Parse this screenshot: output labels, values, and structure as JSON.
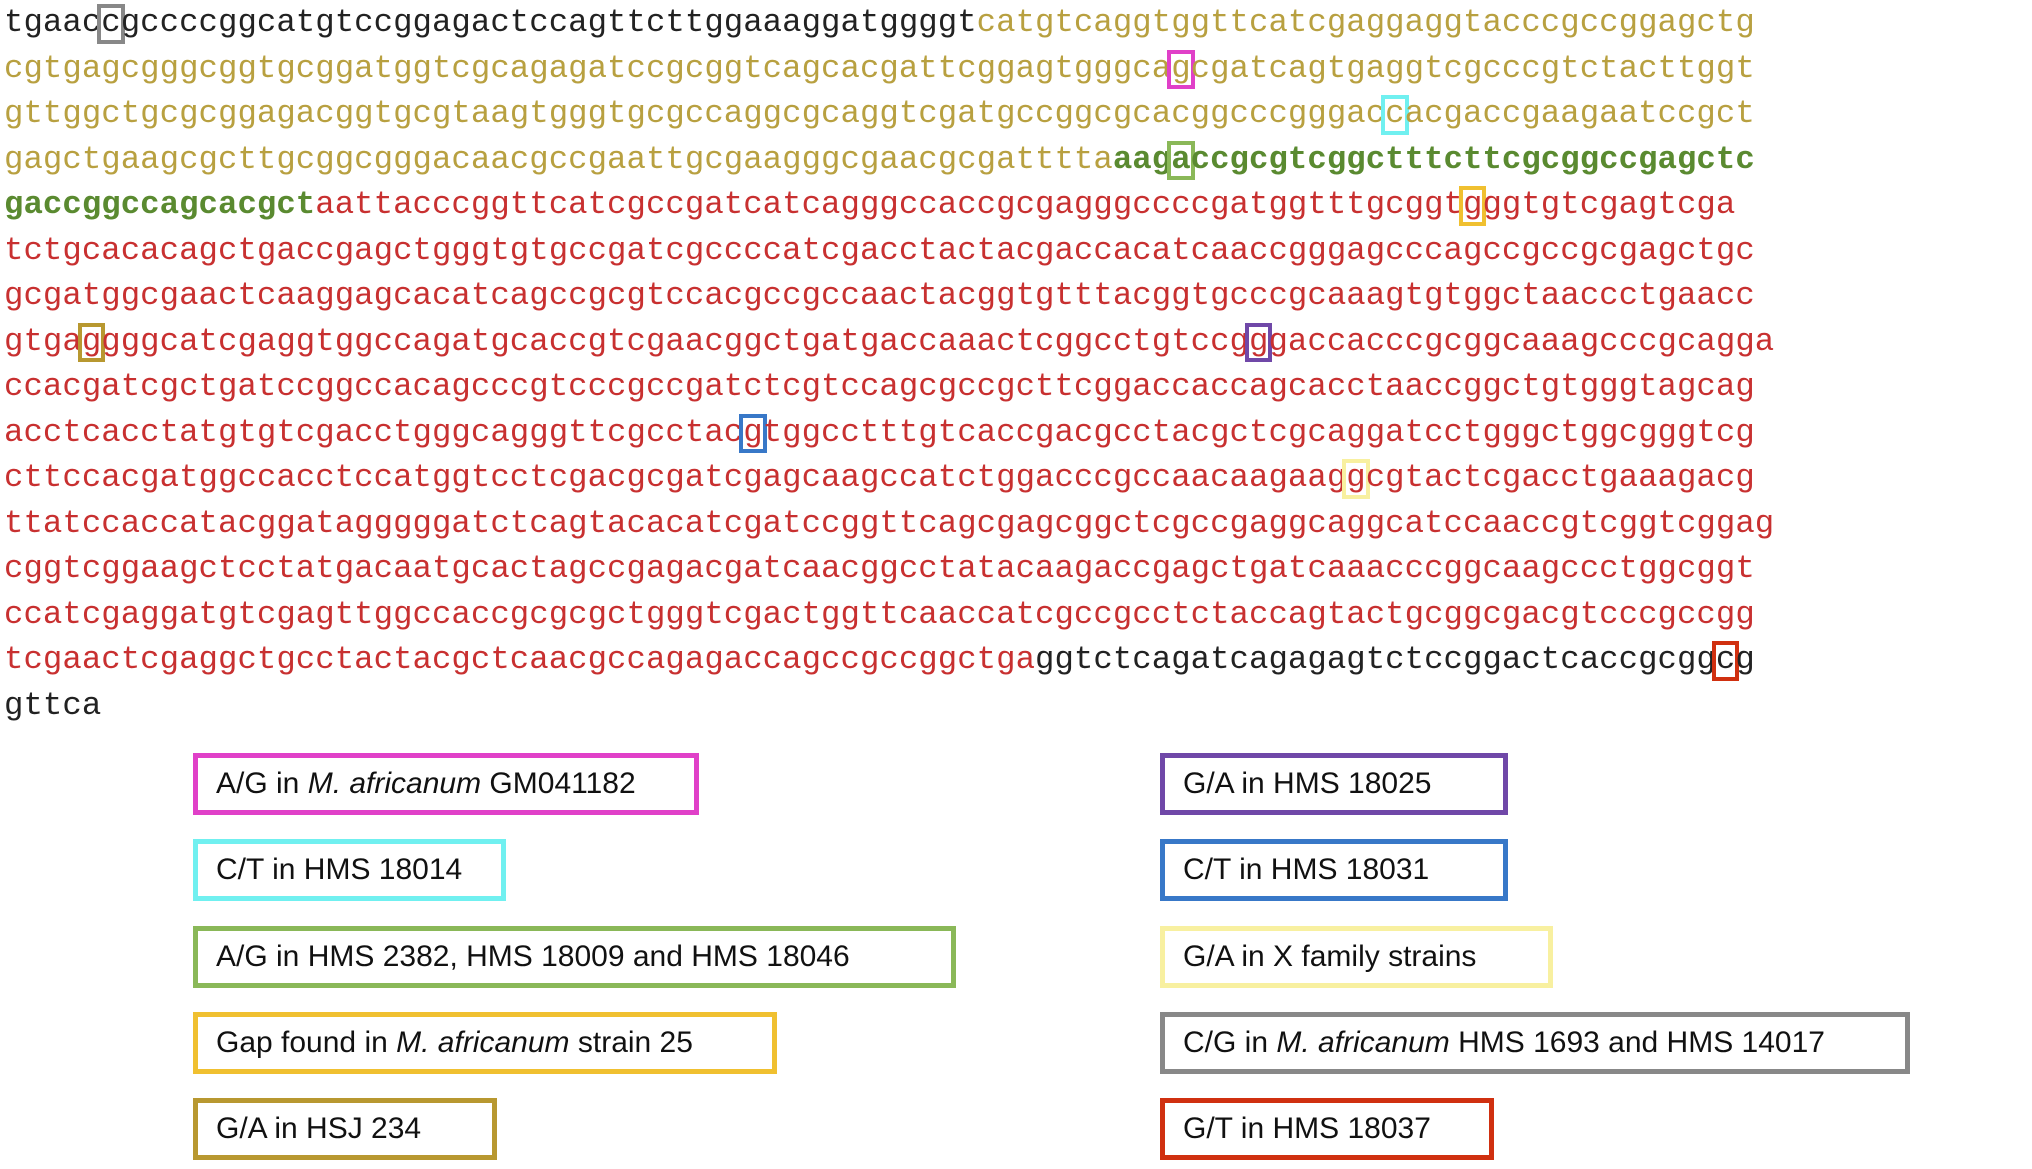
{
  "sequence": {
    "lines": [
      "tgaaccgccccggcatgtccggagactccagttcttggaaaggatggggtcatgtcaggtggttcatcgaggaggtacccgccggagctg",
      "cgtgagcgggcggtgcggatggtcgcagagatccgcggtcagcacgattcggagtgggcagcgatcagtgaggtcgcccgtctacttggt",
      "gttggctgcgcggagacggtgcgtaagtgggtgcgccaggcgcaggtcgatgccggcgcacggcccgggaccacgaccgaagaatccgct",
      "gagctgaagcgcttgcggcgggacaacgccgaattgcgaagggcgaacgcgattttaaagaccgcgtcggctttcttcgcggccgagctc",
      "gaccggccagcacgctaattacccggttcatcgccgatcatcagggccaccgcgagggccccgatggtttgcggtgggtgtcgagtcga",
      "tctgcacacagctgaccgagctgggtgtgccgatcgccccatcgacctactacgaccacatcaaccgggagcccagccgccgcgagctgc",
      "gcgatggcgaactcaaggagcacatcagccgcgtccacgccgccaactacggtgtttacggtgcccgcaaagtgtggctaaccctgaacc",
      "gtgaggggcatcgaggtggccagatgcaccgtcgaacggctgatgaccaaactcggcctgtccgggaccacccgcggcaaagcccgcagga",
      "ccacgatcgctgatccggccacagcccgtcccgccgatctcgtccagcgccgcttcggaccaccagcacctaaccggctgtgggtagcag",
      "acctcacctatgtgtcgacctgggcagggttcgcctacgtggcctttgtcaccgacgcctacgctcgcaggatcctgggctggcgggtcg",
      "cttccacgatggccacctccatggtcctcgacgcgatcgagcaagccatctggacccgccaacaagaaggcgtactcgacctgaaagacg",
      "ttatccaccatacggatagggggatctcagtacacatcgatccggttcagcgagcggctcgccgaggcaggcatccaaccgtcggtcggag",
      "cggtcggaagctcctatgacaatgcactagccgagacgatcaacggcctatacaagaccgagctgatcaaacccggcaagccctggcggt",
      "ccatcgaggatgtcgagttggccaccgcgcgctgggtcgactggttcaaccatcgccgcctctaccagtactgcggcgacgtcccgccgg",
      "tcgaactcgaggctgcctactacgctcaacgccagagaccagccgccggctgaggtctcagatcagagagtctccggactcaccgcggcg",
      "gttca"
    ]
  },
  "legend": [
    {
      "parts": [
        {
          "t": "A/G in "
        },
        {
          "t": "M. africanum",
          "i": true
        },
        {
          "t": " GM041182"
        }
      ],
      "color": "#e040c8"
    },
    {
      "parts": [
        {
          "t": "C/T in HMS 18014"
        }
      ],
      "color": "#70f0f0"
    },
    {
      "parts": [
        {
          "t": "A/G in HMS 2382, HMS 18009 and HMS 18046"
        }
      ],
      "color": "#8ab858"
    },
    {
      "parts": [
        {
          "t": "Gap found in "
        },
        {
          "t": "M. africanum",
          "i": true
        },
        {
          "t": " strain 25"
        }
      ],
      "color": "#f0c030"
    },
    {
      "parts": [
        {
          "t": "G/A in HSJ 234"
        }
      ],
      "color": "#b89830"
    },
    {
      "parts": [
        {
          "t": "G/A in HMS 18025"
        }
      ],
      "color": "#7048a8"
    },
    {
      "parts": [
        {
          "t": "C/T in HMS 18031"
        }
      ],
      "color": "#3878c8"
    },
    {
      "parts": [
        {
          "t": "G/A in X family strains"
        }
      ],
      "color": "#f8f0a0"
    },
    {
      "parts": [
        {
          "t": "C/G in "
        },
        {
          "t": "M. africanum",
          "i": true
        },
        {
          "t": " HMS 1693 and HMS 14017"
        }
      ],
      "color": "#888888"
    },
    {
      "parts": [
        {
          "t": "G/T in HMS 18037"
        }
      ],
      "color": "#d03010"
    }
  ],
  "colors": {
    "flank": "#222222",
    "upstream": "#b8a040",
    "primer": "#5a8a30",
    "gene": "#c83030"
  }
}
